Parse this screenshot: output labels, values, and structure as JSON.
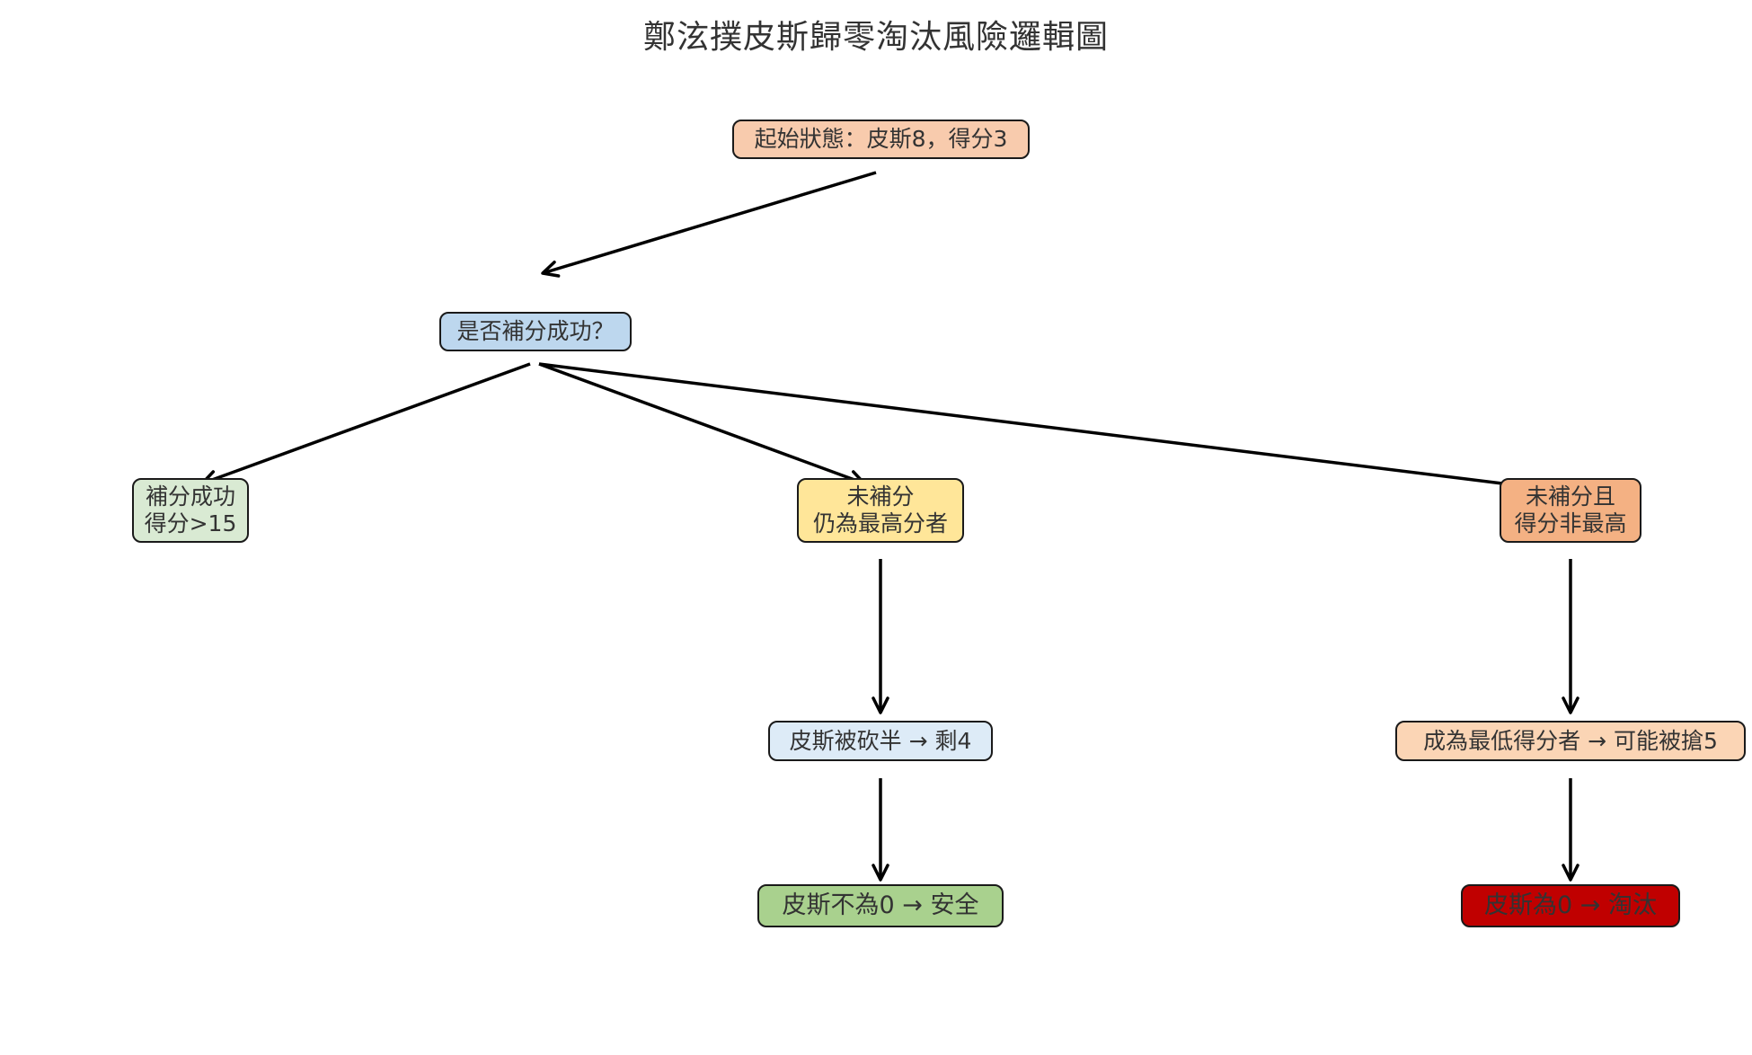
{
  "title": "鄭泫撲皮斯歸零淘汰風險邏輯圖",
  "nodes": {
    "start": {
      "lines": [
        "起始狀態：皮斯8，得分3"
      ],
      "color": "#f8cbad"
    },
    "decision": {
      "lines": [
        "是否補分成功？"
      ],
      "color": "#bdd7ee"
    },
    "success": {
      "lines": [
        "補分成功",
        "得分>15"
      ],
      "color": "#d9ead3"
    },
    "no_top": {
      "lines": [
        "未補分",
        "仍為最高分者"
      ],
      "color": "#ffe699"
    },
    "no_not_top": {
      "lines": [
        "未補分且",
        "得分非最高"
      ],
      "color": "#f4b183"
    },
    "halved": {
      "lines": [
        "皮斯被砍半 → 剩4"
      ],
      "color": "#ddebf7"
    },
    "lowest": {
      "lines": [
        "成為最低得分者 → 可能被搶5"
      ],
      "color": "#fbd5b5"
    },
    "safe": {
      "lines": [
        "皮斯不為0 → 安全"
      ],
      "color": "#a9d18e"
    },
    "eliminated": {
      "lines": [
        "皮斯為0 → 淘汰"
      ],
      "color": "#c00000"
    }
  },
  "edge_color": "#000000"
}
